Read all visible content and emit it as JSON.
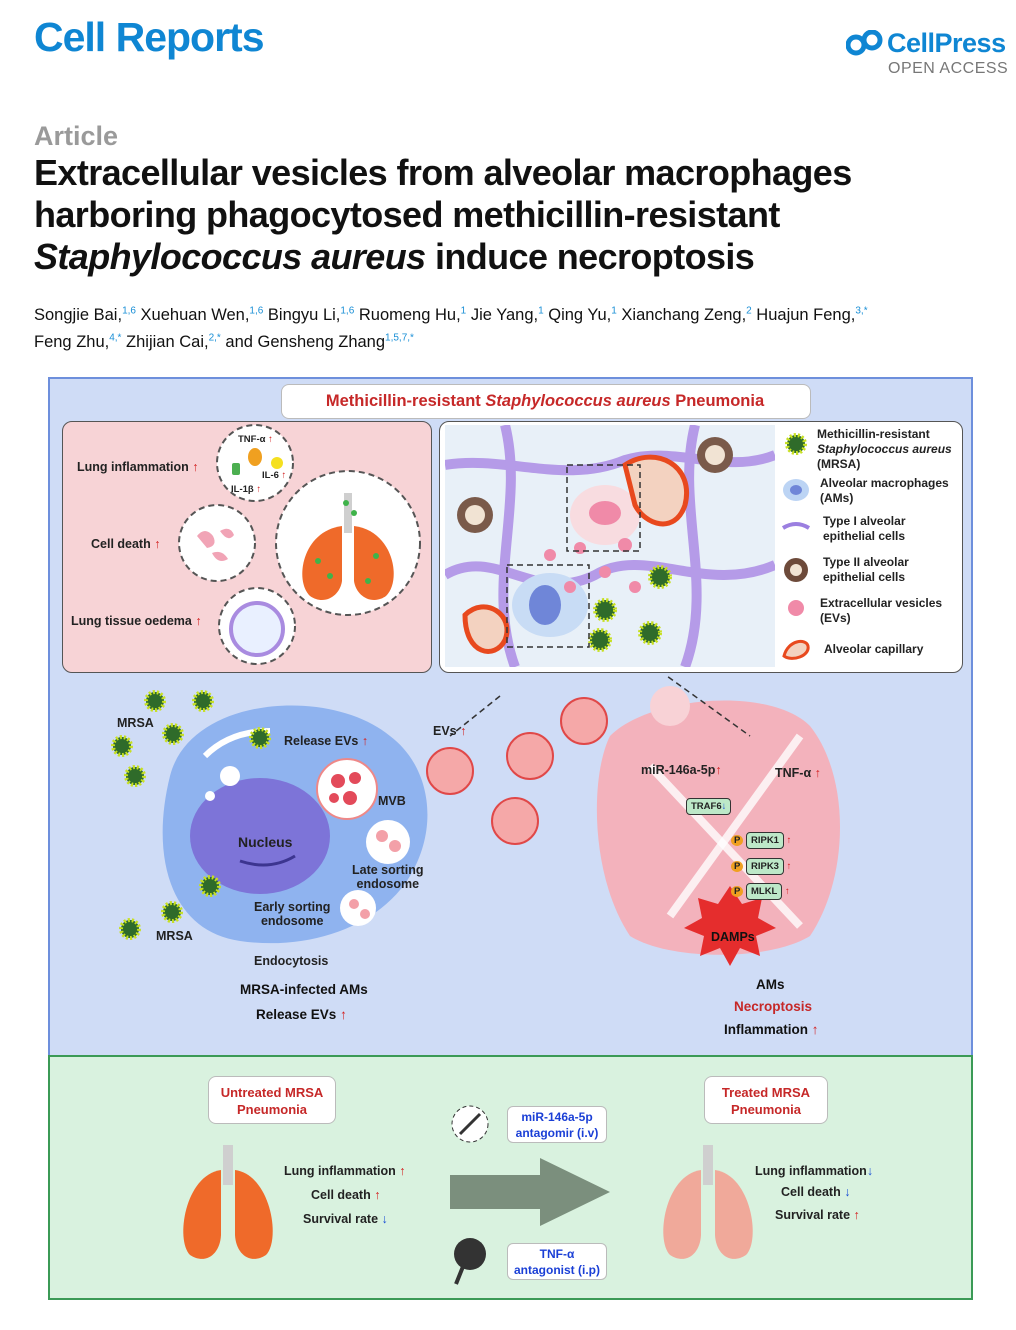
{
  "header": {
    "journal": "Cell Reports",
    "publisher": "CellPress",
    "access": "OPEN ACCESS"
  },
  "article": {
    "type": "Article",
    "title_line1": "Extracellular vesicles from alveolar macrophages",
    "title_line2": "harboring phagocytosed methicillin-resistant",
    "title_line3_italic": "Staphylococcus aureus",
    "title_line3_rest": " induce necroptosis",
    "authors": [
      {
        "name": "Songjie Bai,",
        "sup": "1,6"
      },
      {
        "name": " Xuehuan Wen,",
        "sup": "1,6"
      },
      {
        "name": " Bingyu Li,",
        "sup": "1,6"
      },
      {
        "name": " Ruomeng Hu,",
        "sup": "1"
      },
      {
        "name": " Jie Yang,",
        "sup": "1"
      },
      {
        "name": " Qing Yu,",
        "sup": "1"
      },
      {
        "name": " Xianchang Zeng,",
        "sup": "2"
      },
      {
        "name": " Huajun Feng,",
        "sup": "3,*"
      },
      {
        "name": " Feng Zhu,",
        "sup": "4,*"
      },
      {
        "name": " Zhijian Cai,",
        "sup": "2,*"
      },
      {
        "name": " and Gensheng Zhang",
        "sup": "1,5,7,*"
      }
    ]
  },
  "graphical_abstract": {
    "title_pre": "Methicillin-resistant ",
    "title_italic": "Staphylococcus aureus",
    "title_post": " Pneumonia",
    "pink_panel": {
      "lung_inflammation": "Lung inflammation",
      "cell_death": "Cell death",
      "lung_oedema": "Lung tissue oedema",
      "tnf": "TNF-α",
      "il6": "IL-6",
      "il1b": "IL-1β"
    },
    "legend": [
      {
        "line1": "Methicillin-resistant",
        "line2_italic": "Staphylococcus aureus",
        "line3": "(MRSA)"
      },
      {
        "line1": "Alveolar macrophages",
        "line2": "(AMs)"
      },
      {
        "line1": "Type I alveolar",
        "line2": "epithelial cells"
      },
      {
        "line1": "Type II alveolar",
        "line2": "epithelial cells"
      },
      {
        "line1": "Extracellular vesicles",
        "line2": "(EVs)"
      },
      {
        "line1": "Alveolar capillary"
      }
    ],
    "middle": {
      "mrsa": "MRSA",
      "mrsa2": "MRSA",
      "release_evs": "Release EVs",
      "evs": "EVs",
      "nucleus": "Nucleus",
      "mvb": "MVB",
      "late_sorting": "Late sorting",
      "late_sorting2": "endosome",
      "early_sorting": "Early sorting",
      "early_sorting2": "endosome",
      "endocytosis": "Endocytosis",
      "infected_ams": "MRSA-infected AMs",
      "release_evs2": "Release EVs",
      "mir": "miR-146a-5p",
      "tnf": "TNF-α",
      "traf6": "TRAF6",
      "ripk1": "RIPK1",
      "ripk3": "RIPK3",
      "mlkl": "MLKL",
      "p": "P",
      "damps": "DAMPs",
      "ams": "AMs",
      "necroptosis": "Necroptosis",
      "inflammation": "Inflammation"
    },
    "bottom": {
      "untreated": "Untreated MRSA Pneumonia",
      "treated": "Treated MRSA Pneumonia",
      "antagomir_line1": "miR-146a-5p",
      "antagomir_line2": "antagomir (i.v)",
      "antagonist_line1": "TNF-α",
      "antagonist_line2": "antagonist (i.p)",
      "left_list": [
        "Lung inflammation",
        "Cell death",
        "Survival rate"
      ],
      "right_list": [
        "Lung inflammation",
        "Cell death",
        "Survival rate"
      ]
    }
  },
  "colors": {
    "brand_blue": "#0f86d3",
    "up_red": "#d32121",
    "down_blue": "#1a4fd6",
    "abstract_bg": "#cfdcf6",
    "bottom_bg": "#d9f2df"
  }
}
